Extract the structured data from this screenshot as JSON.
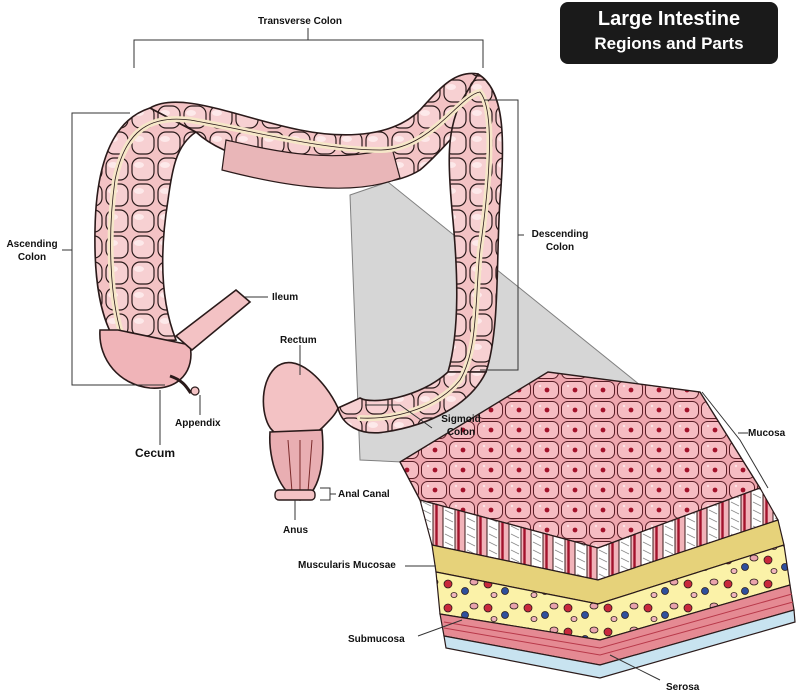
{
  "title": {
    "line1": "Large Intestine",
    "line2": "Regions and Parts"
  },
  "labels": {
    "transverse_colon": "Transverse Colon",
    "ascending_colon_1": "Ascending",
    "ascending_colon_2": "Colon",
    "descending_colon_1": "Descending",
    "descending_colon_2": "Colon",
    "ileum": "Ileum",
    "rectum": "Rectum",
    "appendix": "Appendix",
    "cecum": "Cecum",
    "sigmoid_colon_1": "Sigmoid",
    "sigmoid_colon_2": "Colon",
    "anal_canal": "Anal Canal",
    "anus": "Anus",
    "mucosa": "Mucosa",
    "muscularis_mucosae": "Muscularis Mucosae",
    "submucosa": "Submucosa",
    "serosa": "Serosa"
  },
  "colors": {
    "colon_fill": "#f3c2c4",
    "colon_light": "#fbe3e3",
    "colon_stroke": "#2a1a1a",
    "tissue_pink": "#f2a9b0",
    "vessel_red": "#a3122b",
    "submucosa_yellow": "#fbf2a8",
    "serosa_blue": "#c8e3f0",
    "zoom_grey": "#c8c8c8",
    "title_bg": "#1a1a1a"
  }
}
